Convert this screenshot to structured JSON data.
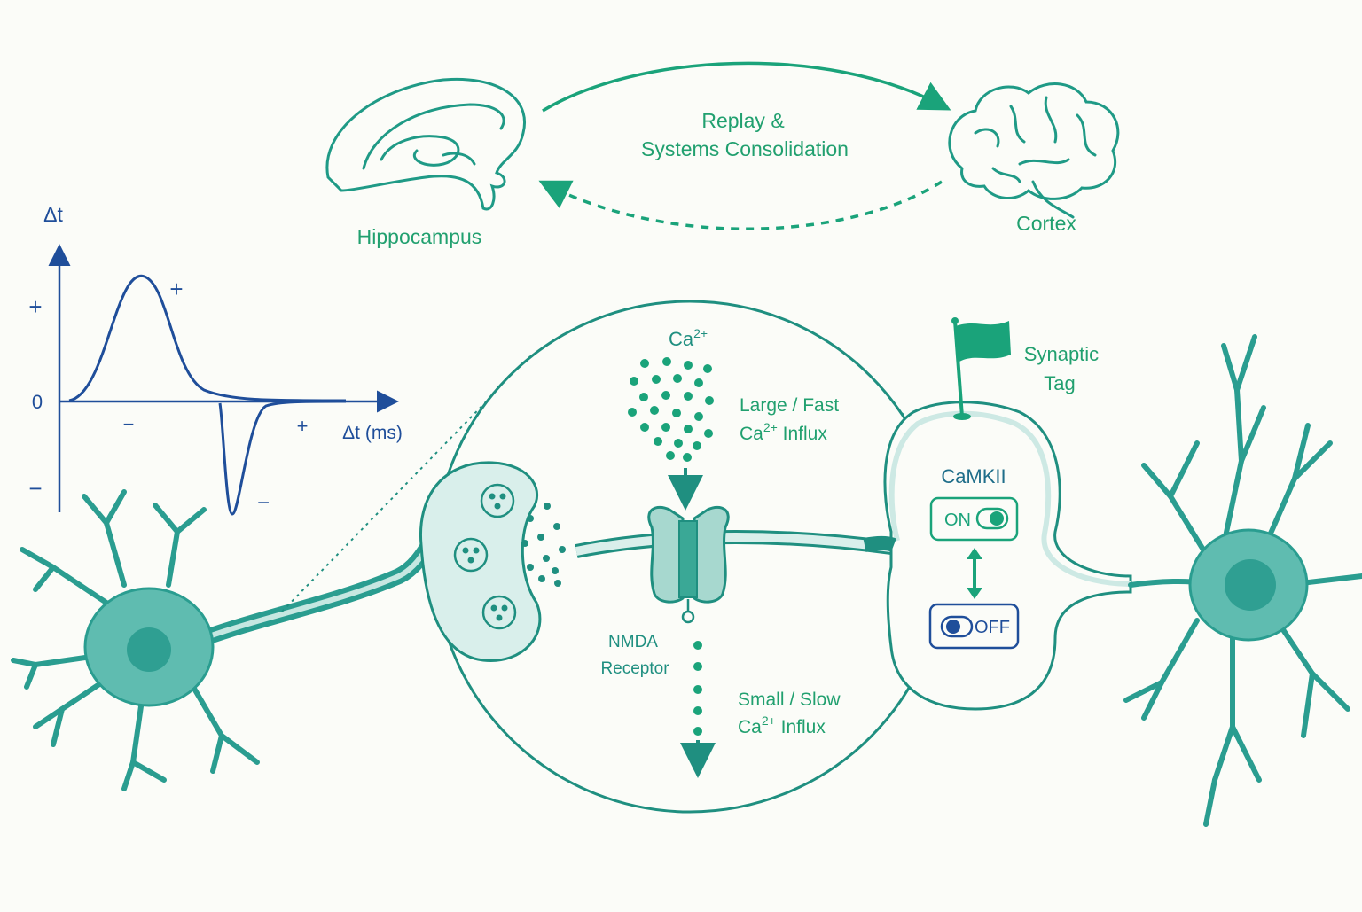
{
  "colors": {
    "teal": "#1f8f80",
    "teal_fill": "#5fbcb0",
    "teal_light": "#d9efeb",
    "green": "#1aa37a",
    "green_text": "#21a06f",
    "blue": "#1f4e9a",
    "background": "#fbfcf8"
  },
  "consolidation": {
    "hippocampus_label": "Hippocampus",
    "cortex_label": "Cortex",
    "arrow_label_line1": "Replay &",
    "arrow_label_line2": "Systems Consolidation"
  },
  "stdp_plot": {
    "y_axis_label": "Δt",
    "x_axis_label": "Δt (ms)",
    "y_plus": "+",
    "y_zero": "0",
    "y_minus": "−",
    "peak_plus": "+",
    "trough_minus": "−",
    "x_minus": "−",
    "x_plus": "+"
  },
  "synapse": {
    "calcium_label": "Ca",
    "calcium_superscript": "2+",
    "large_influx_line1": "Large / Fast",
    "large_influx_line2_prefix": "Ca",
    "large_influx_line2_sup": "2+",
    "large_influx_line2_suffix": " Influx",
    "small_influx_line1": "Small / Slow",
    "small_influx_line2_prefix": "Ca",
    "small_influx_line2_sup": "2+",
    "small_influx_line2_suffix": " Influx",
    "receptor_line1": "NMDA",
    "receptor_line2": "Receptor"
  },
  "spine": {
    "tag_line1": "Synaptic",
    "tag_line2": "Tag",
    "kinase_label": "CaMKII",
    "on_label": "ON",
    "off_label": "OFF"
  },
  "icons": [
    "hippocampus-icon",
    "brain-cortex-icon",
    "flag-icon",
    "neuron-icon",
    "toggle-switch-icon",
    "vesicle-icon",
    "ion-channel-icon"
  ]
}
